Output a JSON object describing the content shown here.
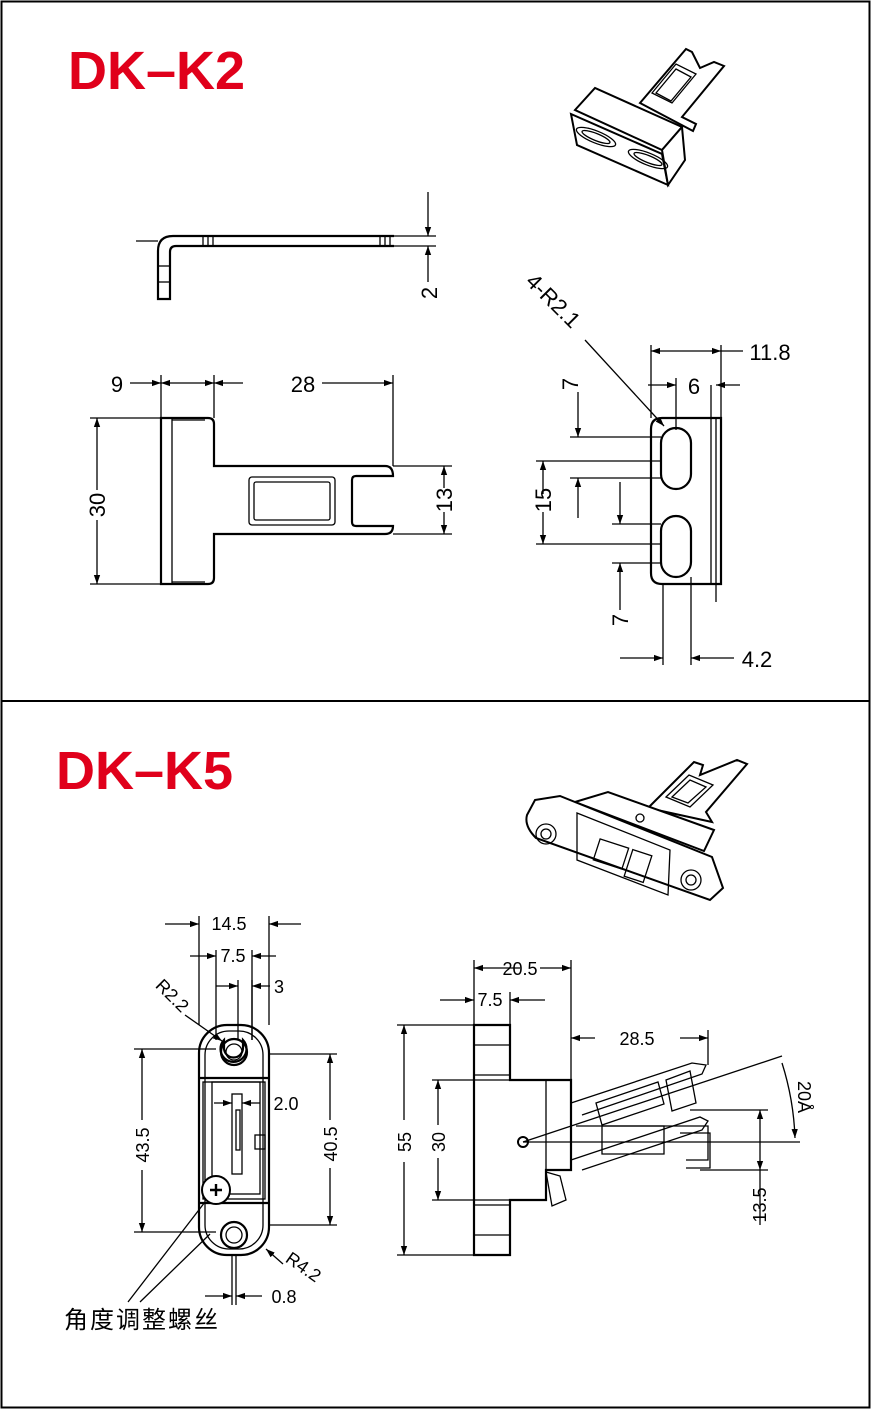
{
  "colors": {
    "title": "#e0001b",
    "line": "#000000",
    "frame": "#000000"
  },
  "k2": {
    "title": "DK–K2",
    "dims": {
      "d2": "2",
      "d9": "9",
      "d28": "28",
      "d30": "30",
      "d13": "13",
      "radius": "4-R2.1",
      "d11_8": "11.8",
      "d7a": "7",
      "d6": "6",
      "d15": "15",
      "d7b": "7",
      "d4_2": "4.2"
    }
  },
  "k5": {
    "title": "DK–K5",
    "dims": {
      "d14_5": "14.5",
      "d7_5": "7.5",
      "d3": "3",
      "r2_2": "R2.2",
      "d2_0": "2.0",
      "d43_5": "43.5",
      "d40_5": "40.5",
      "r4_2": "R4.2",
      "d0_8": "0.8",
      "d20_5": "20.5",
      "d7_5b": "7.5",
      "d28_5": "28.5",
      "d55": "55",
      "d30": "30",
      "a20": "20Å",
      "d13_5": "13.5"
    },
    "note": "角度调整螺丝"
  }
}
